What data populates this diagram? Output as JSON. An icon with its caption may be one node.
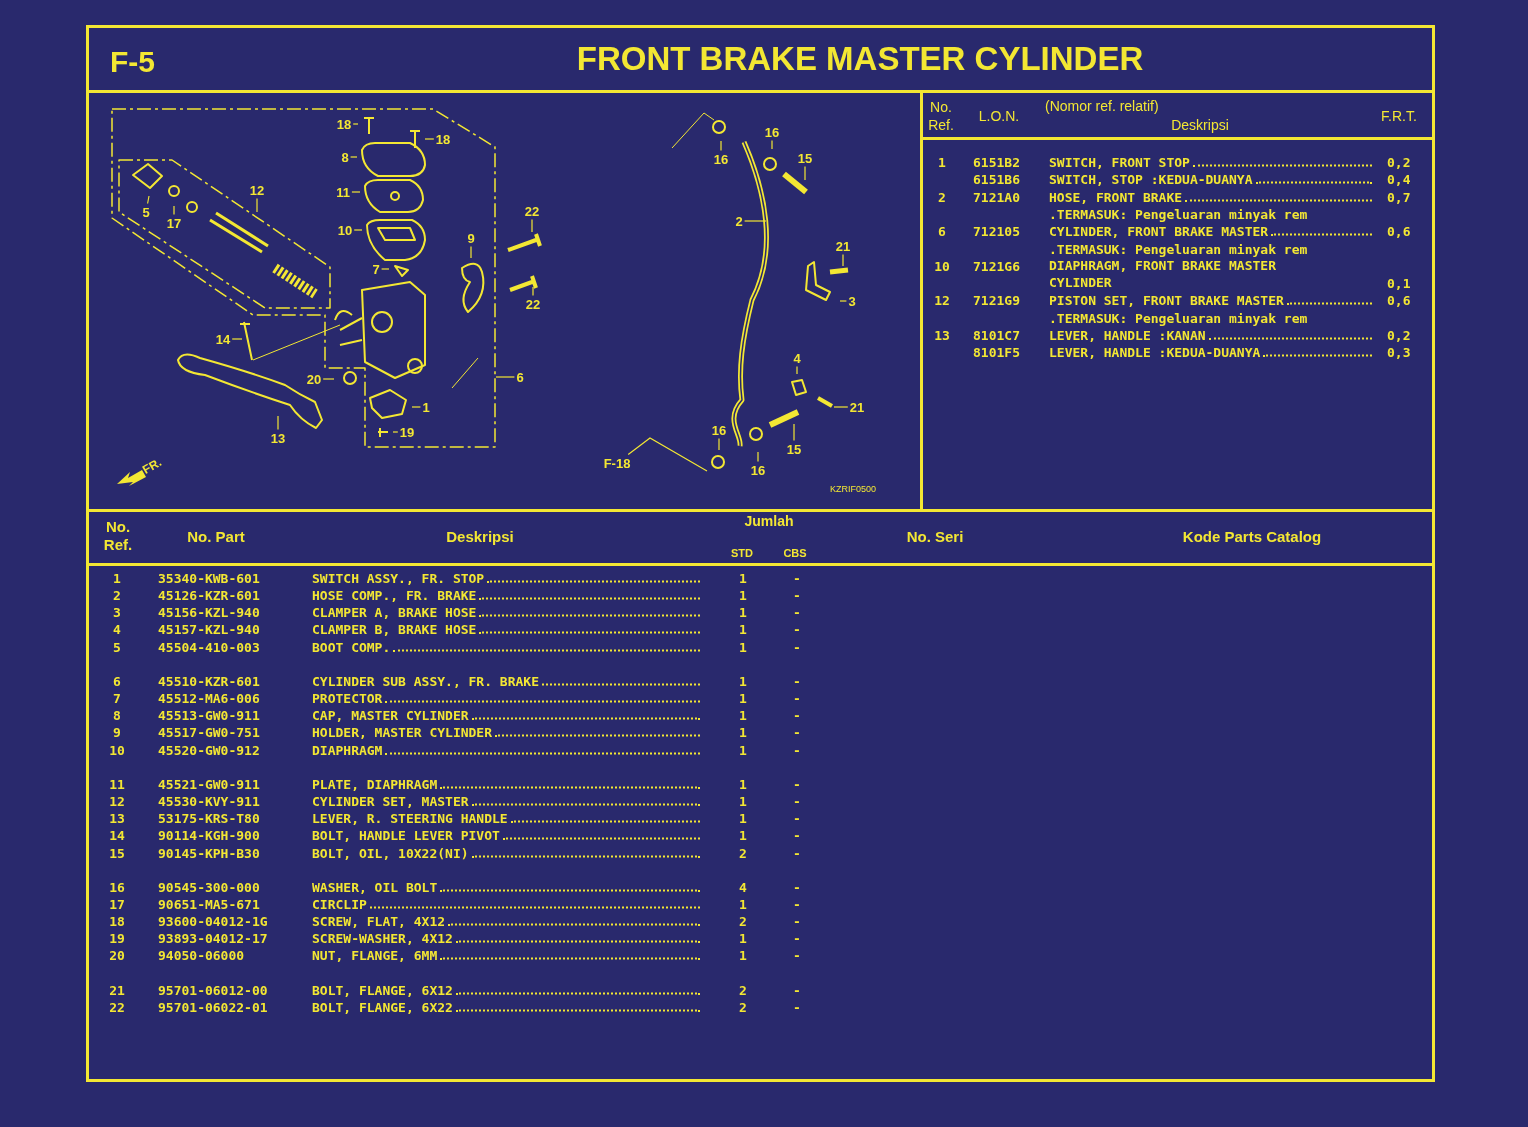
{
  "diagram": {
    "title": "FRONT BRAKE MASTER CYLINDER",
    "nodes": [
      {
        "text": [
          "18"
        ]
      },
      {
        "text": [
          "18"
        ]
      },
      {
        "text": [
          "8"
        ]
      },
      {
        "text": [
          "11"
        ]
      },
      {
        "text": [
          "10"
        ]
      },
      {
        "text": [
          "12"
        ]
      },
      {
        "text": [
          "5"
        ]
      },
      {
        "text": [
          "17"
        ]
      },
      {
        "text": [
          "22"
        ]
      },
      {
        "text": [
          "9"
        ]
      },
      {
        "text": [
          "7"
        ]
      },
      {
        "text": [
          "22"
        ]
      },
      {
        "text": [
          "14"
        ]
      },
      {
        "text": [
          "20"
        ]
      },
      {
        "text": [
          "6"
        ]
      },
      {
        "text": [
          "1"
        ]
      },
      {
        "text": [
          "19"
        ]
      },
      {
        "text": [
          "13"
        ]
      },
      {
        "text": [
          "16"
        ]
      },
      {
        "text": [
          "16"
        ]
      },
      {
        "text": [
          "15"
        ]
      },
      {
        "text": [
          "2"
        ]
      },
      {
        "text": [
          "21"
        ]
      },
      {
        "text": [
          "3"
        ]
      },
      {
        "text": [
          "4"
        ]
      },
      {
        "text": [
          "21"
        ]
      },
      {
        "text": [
          "16"
        ]
      },
      {
        "text": [
          "15"
        ]
      },
      {
        "text": [
          "16"
        ]
      },
      {
        "text": [
          "F-18"
        ]
      }
    ],
    "edges": [
      {
        "from": 0,
        "to": null,
        "arrow": "none"
      },
      {
        "from": 1,
        "to": null,
        "arrow": "none"
      },
      {
        "from": 2,
        "to": null,
        "arrow": "none"
      },
      {
        "from": 3,
        "to": null,
        "arrow": "none"
      },
      {
        "from": 4,
        "to": null,
        "arrow": "none"
      },
      {
        "from": 5,
        "to": null,
        "arrow": "none"
      },
      {
        "from": 6,
        "to": null,
        "arrow": "none"
      },
      {
        "from": 7,
        "to": null,
        "arrow": "none"
      },
      {
        "from": 8,
        "to": null,
        "arrow": "none"
      },
      {
        "from": 9,
        "to": null,
        "arrow": "none"
      },
      {
        "from": 10,
        "to": null,
        "arrow": "none"
      },
      {
        "from": 11,
        "to": null,
        "arrow": "none"
      },
      {
        "from": 12,
        "to": null,
        "arrow": "none"
      },
      {
        "from": 13,
        "to": null,
        "arrow": "none"
      },
      {
        "from": 14,
        "to": null,
        "arrow": "none"
      },
      {
        "from": 15,
        "to": null,
        "arrow": "none"
      },
      {
        "from": 16,
        "to": null,
        "arrow": "none"
      },
      {
        "from": 17,
        "to": null,
        "arrow": "none"
      },
      {
        "from": 18,
        "to": null,
        "arrow": "none"
      },
      {
        "from": 19,
        "to": null,
        "arrow": "none"
      },
      {
        "from": 20,
        "to": null,
        "arrow": "none"
      },
      {
        "from": 21,
        "to": null,
        "arrow": "none"
      },
      {
        "from": 22,
        "to": null,
        "arrow": "none"
      },
      {
        "from": 23,
        "to": null,
        "arrow": "none"
      },
      {
        "from": 24,
        "to": null,
        "arrow": "none"
      },
      {
        "from": 25,
        "to": null,
        "arrow": "none"
      },
      {
        "from": 26,
        "to": null,
        "arrow": "none"
      },
      {
        "from": 27,
        "to": null,
        "arrow": "none"
      },
      {
        "from": 28,
        "to": null,
        "arrow": "none"
      },
      {
        "from": 29,
        "to": null,
        "arrow": "none"
      }
    ],
    "labels": [
      "F-5",
      "FR.",
      "KZRIF0500",
      "No. Ref.",
      "L.O.N.",
      "(Nomor ref. relatif)",
      "Deskripsi",
      "F.R.T.",
      "1",
      "6151B2",
      "SWITCH, FRONT STOP",
      "0,2",
      "6151B6",
      "SWITCH, STOP :KEDUA-DUANYA",
      "0,4",
      "2",
      "7121A0",
      "HOSE, FRONT BRAKE",
      "0,7",
      ".TERMASUK: Pengeluaran minyak rem",
      "6",
      "712105",
      "CYLINDER, FRONT BRAKE MASTER",
      "0,6",
      ".TERMASUK: Pengeluaran minyak rem",
      "10",
      "7121G6",
      "DIAPHRAGM, FRONT BRAKE MASTER CYLINDER",
      "0,1",
      "12",
      "7121G9",
      "PISTON SET, FRONT BRAKE MASTER",
      "0,6",
      ".TERMASUK: Pengeluaran minyak rem",
      "13",
      "8101C7",
      "LEVER, HANDLE :KANAN",
      "0,2",
      "8101F5",
      "LEVER, HANDLE :KEDUA-DUANYA",
      "0,3",
      "No. Ref.",
      "No. Part",
      "Deskripsi",
      "Jumlah",
      "STD",
      "CBS",
      "No. Seri",
      "Kode Parts Catalog",
      "1",
      "35340-KWB-601",
      "SWITCH ASSY., FR. STOP",
      "1",
      "-",
      "2",
      "45126-KZR-601",
      "HOSE COMP., FR. BRAKE",
      "1",
      "-",
      "3",
      "45156-KZL-940",
      "CLAMPER A, BRAKE HOSE",
      "1",
      "-",
      "4",
      "45157-KZL-940",
      "CLAMPER B, BRAKE HOSE",
      "1",
      "-",
      "5",
      "45504-410-003",
      "BOOT COMP.",
      "1",
      "-",
      "6",
      "45510-KZR-601",
      "CYLINDER SUB ASSY., FR. BRAKE",
      "1",
      "-",
      "7",
      "45512-MA6-006",
      "PROTECTOR",
      "1",
      "-",
      "8",
      "45513-GW0-911",
      "CAP, MASTER CYLINDER",
      "1",
      "-",
      "9",
      "45517-GW0-751",
      "HOLDER, MASTER CYLINDER",
      "1",
      "-",
      "10",
      "45520-GW0-912",
      "DIAPHRAGM",
      "1",
      "-",
      "11",
      "45521-GW0-911",
      "PLATE, DIAPHRAGM",
      "1",
      "-",
      "12",
      "45530-KVY-911",
      "CYLINDER SET, MASTER",
      "1",
      "-",
      "13",
      "53175-KRS-T80",
      "LEVER, R. STEERING HANDLE",
      "1",
      "-",
      "14",
      "90114-KGH-900",
      "BOLT, HANDLE LEVER PIVOT",
      "1",
      "-",
      "15",
      "90145-KPH-B30",
      "BOLT, OIL, 10X22(NI)",
      "2",
      "-",
      "16",
      "90545-300-000",
      "WASHER, OIL BOLT",
      "4",
      "-",
      "17",
      "90651-MA5-671",
      "CIRCLIP",
      "1",
      "-",
      "18",
      "93600-04012-1G",
      "SCREW, FLAT, 4X12",
      "2",
      "-",
      "19",
      "93893-04012-17",
      "SCREW-WASHER, 4X12",
      "1",
      "-",
      "20",
      "94050-06000",
      "NUT, FLANGE, 6MM",
      "1",
      "-",
      "21",
      "95701-06012-00",
      "BOLT, FLANGE, 6X12",
      "2",
      "-",
      "22",
      "95701-06022-01",
      "BOLT, FLANGE, 6X22",
      "2",
      "-"
    ]
  }
}
